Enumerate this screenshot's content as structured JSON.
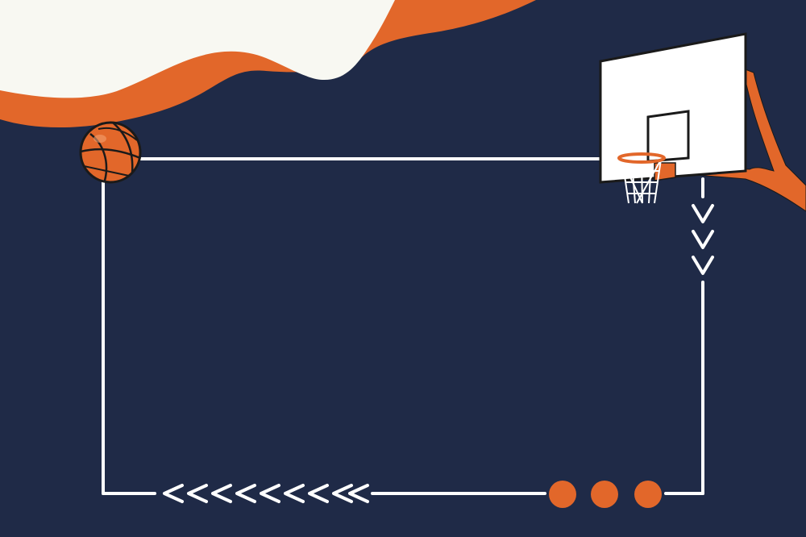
{
  "colors": {
    "background": "#1f2a47",
    "accent_orange": "#e2672a",
    "cream": "#f8f8f2",
    "line_white": "#ffffff",
    "ball_outline": "#1a1a1a"
  },
  "decorations": {
    "top_wave": "orange-and-cream-wave",
    "top_left_ball": "basketball-icon",
    "hoop": "basketball-hoop-icon",
    "arrows_down_count": 3,
    "arrows_left_count": 9,
    "dots_count": 3
  }
}
